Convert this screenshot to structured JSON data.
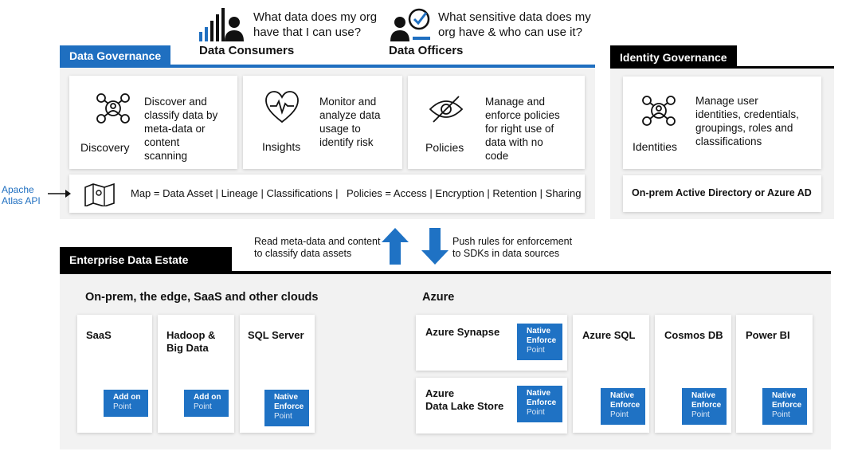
{
  "personas": {
    "consumers": {
      "question": "What data does my org have that I can use?",
      "q_line1": "What data does my org",
      "q_line2": "have that I can use?",
      "title": "Data Consumers"
    },
    "officers": {
      "q_line1": "What sensitive data does my",
      "q_line2": "org have & who can use it?",
      "title": "Data Officers"
    }
  },
  "data_governance": {
    "title": "Data Governance",
    "capabilities": [
      {
        "name": "Discovery",
        "lines": [
          "Discover and",
          "classify data by",
          "meta-data or",
          "content",
          "scanning"
        ],
        "icon": "network-people-icon"
      },
      {
        "name": "Insights",
        "lines": [
          "Monitor and",
          "analyze data",
          "usage to",
          "identify risk"
        ],
        "icon": "heart-pulse-icon"
      },
      {
        "name": "Policies",
        "lines": [
          "Manage and",
          "enforce policies",
          "for right use of",
          "data with no",
          "code"
        ],
        "icon": "eye-slash-icon"
      }
    ],
    "map_text": "Map = Data Asset | Lineage | Classifications |",
    "policies_text": "Policies = Access | Encryption | Retention | Sharing"
  },
  "apache": {
    "line1": "Apache",
    "line2": "Atlas API"
  },
  "identity_governance": {
    "title": "Identity Governance",
    "card": {
      "name": "Identities",
      "lines": [
        "Manage user",
        "identities, credentials,",
        "groupings, roles and",
        "classifications"
      ]
    },
    "footer": "On-prem Active Directory or Azure AD"
  },
  "flow": {
    "up_line1": "Read meta-data and content",
    "up_line2": "to classify data assets",
    "down_line1": "Push rules for enforcement",
    "down_line2": "to SDKs in data sources"
  },
  "estate": {
    "title": "Enterprise Data Estate",
    "onprem_title": "On-prem, the edge, SaaS and other clouds",
    "azure_title": "Azure",
    "onprem_sources": [
      {
        "l1": "SaaS",
        "l2": "",
        "b1": "Add on",
        "b2": "",
        "b3": "Point"
      },
      {
        "l1": "Hadoop &",
        "l2": "Big Data",
        "b1": "Add on",
        "b2": "",
        "b3": "Point"
      },
      {
        "l1": "SQL Server",
        "l2": "",
        "b1": "Native",
        "b2": "Enforce",
        "b3": "Point"
      }
    ],
    "azure_left": [
      {
        "l1": "Azure Synapse",
        "l2": "",
        "b1": "Native",
        "b2": "Enforce",
        "b3": "Point"
      },
      {
        "l1": "Azure",
        "l2": "Data Lake Store",
        "b1": "Native",
        "b2": "Enforce",
        "b3": "Point"
      }
    ],
    "azure_right": [
      {
        "l1": "Azure SQL",
        "b1": "Native",
        "b2": "Enforce",
        "b3": "Point"
      },
      {
        "l1": "Cosmos DB",
        "b1": "Native",
        "b2": "Enforce",
        "b3": "Point"
      },
      {
        "l1": "Power BI",
        "b1": "Native",
        "b2": "Enforce",
        "b3": "Point"
      }
    ]
  },
  "colors": {
    "accent_blue": "#1f6fc0",
    "black": "#000000",
    "panel_grey": "#f2f2f2",
    "link_blue": "#1f6fc0"
  }
}
